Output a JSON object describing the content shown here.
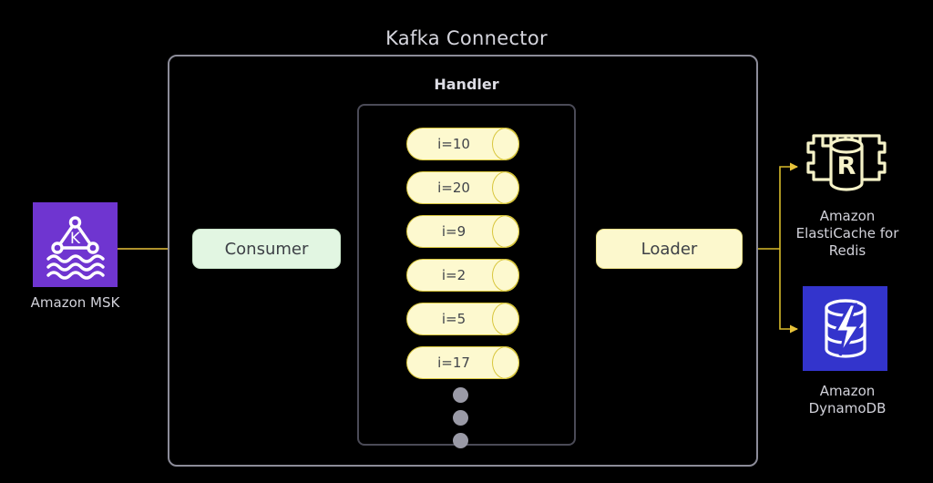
{
  "diagram": {
    "title": "Kafka Connector",
    "handler_title": "Handler",
    "background": "#000000",
    "arrow_color": "#e8c33a",
    "outer_border_color": "#8c8c99",
    "inner_border_color": "#4b4b57",
    "text_color": "#d2d2da"
  },
  "source": {
    "name": "Amazon MSK",
    "icon": "amazon-msk-icon",
    "icon_bg": "#6f35d0",
    "icon_glyph_letter": "K"
  },
  "pipeline": {
    "consumer": {
      "label": "Consumer",
      "fill": "#e2f6e2"
    },
    "loader": {
      "label": "Loader",
      "fill": "#fcf8cd"
    }
  },
  "handler": {
    "queues": [
      {
        "label": "i=10"
      },
      {
        "label": "i=20"
      },
      {
        "label": "i=9"
      },
      {
        "label": "i=2"
      },
      {
        "label": "i=5"
      },
      {
        "label": "i=17"
      }
    ],
    "queue_fill": "#fdf9cf",
    "queue_stroke": "#d8c63c",
    "overflow_indicator": "vertical-ellipsis",
    "overflow_dot_count": 3,
    "overflow_dot_color": "#9a9aa6"
  },
  "sinks": [
    {
      "name_lines": [
        "Amazon",
        "ElastiCache for",
        "Redis"
      ],
      "icon": "amazon-elasticache-redis-icon",
      "icon_style": "outline",
      "icon_color": "#f5f2c8",
      "icon_glyph_letter": "R"
    },
    {
      "name_lines": [
        "Amazon",
        "DynamoDB"
      ],
      "icon": "amazon-dynamodb-icon",
      "icon_style": "solid",
      "icon_bg": "#3334cc",
      "icon_glyph": "database-with-bolt"
    }
  ]
}
